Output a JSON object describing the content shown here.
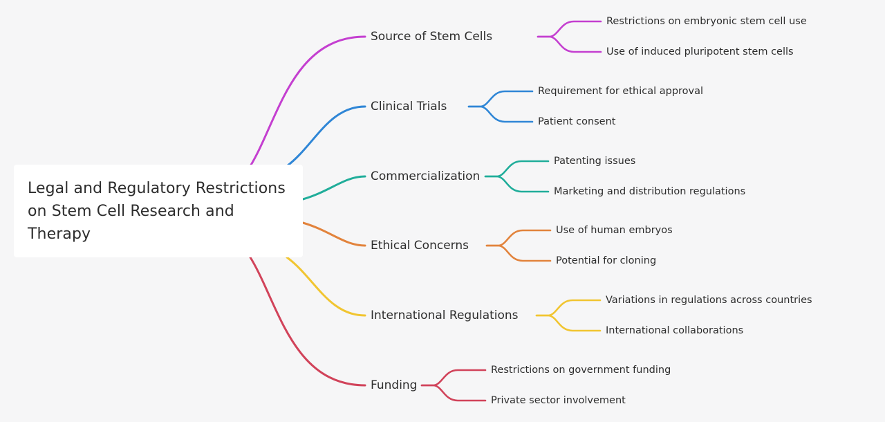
{
  "root": {
    "title": "Legal and Regulatory Restrictions on Stem Cell Research and Therapy"
  },
  "branches": [
    {
      "label": "Source of Stem Cells",
      "color": "#c43fd0",
      "children": [
        "Restrictions on embryonic stem cell use",
        "Use of induced pluripotent stem cells"
      ]
    },
    {
      "label": "Clinical Trials",
      "color": "#2f86d6",
      "children": [
        "Requirement for ethical approval",
        "Patient consent"
      ]
    },
    {
      "label": "Commercialization",
      "color": "#20ad9a",
      "children": [
        "Patenting issues",
        "Marketing and distribution regulations"
      ]
    },
    {
      "label": "Ethical Concerns",
      "color": "#e2833c",
      "children": [
        "Use of human embryos",
        "Potential for cloning"
      ]
    },
    {
      "label": "International Regulations",
      "color": "#f1c531",
      "children": [
        "Variations in regulations across countries",
        "International collaborations"
      ]
    },
    {
      "label": "Funding",
      "color": "#d1435a",
      "children": [
        "Restrictions on government funding",
        "Private sector involvement"
      ]
    }
  ]
}
